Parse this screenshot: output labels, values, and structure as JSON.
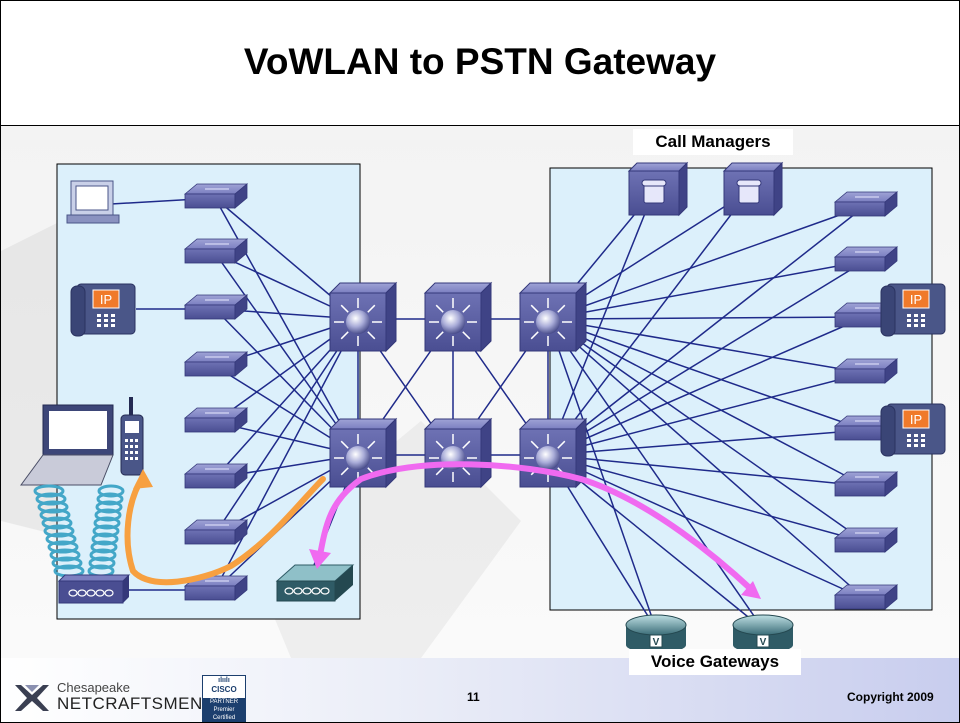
{
  "title": "VoWLAN to PSTN Gateway",
  "labels": {
    "call_managers": "Call Managers",
    "voice_gateways": "Voice Gateways"
  },
  "footer": {
    "page_number": "11",
    "copyright": "Copyright 2009",
    "company_line1": "Chesapeake",
    "company_line2": "NETCRAFTSMEN",
    "cisco_badge": {
      "brand": "CISCO",
      "tier": "PARTNER",
      "level_line1": "Premier",
      "level_line2": "Certified"
    }
  },
  "icons": {
    "ip_phone_text": "IP",
    "voice_router_text": "V"
  },
  "colors": {
    "building_fill": "#dcf0fb",
    "link_line": "#1f2a8a",
    "switch_blue": "#6b6fb0",
    "orange_path": "#f7a040",
    "magenta_path": "#f06af0"
  }
}
